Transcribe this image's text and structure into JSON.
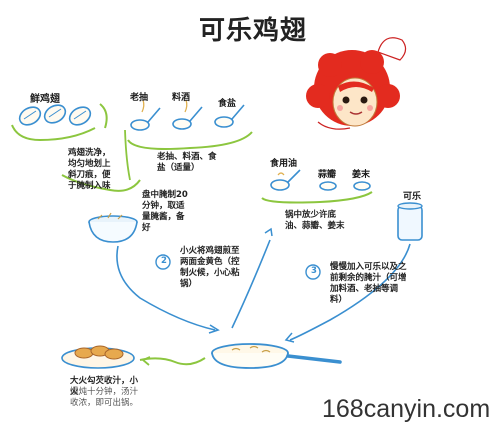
{
  "title": "可乐鸡翅",
  "ingredients": {
    "chicken_wings": "鲜鸡翅",
    "soy_sauce": "老抽",
    "cooking_wine": "料酒",
    "salt": "食盐",
    "cooking_oil": "食用油",
    "garlic": "蒜瓣",
    "ginger": "姜末",
    "cola": "可乐"
  },
  "steps": {
    "wash_wings": "鸡翅洗净，均匀地划上斜刀痕，便于腌制入味",
    "marinade_mix": "老抽、料酒、食盐（适量）",
    "marinate": "盘中腌制20分钟，取适量腌酱，备好",
    "step2_number": "2",
    "fry_wings": "小火将鸡翅煎至两面金黄色（控制火候，小心粘锅）",
    "stir_fry": "锅中放少许底油、蒜瓣、姜末",
    "step3_number": "3",
    "add_cola": "慢慢加入可乐以及之前剩余的腌汁（可增加料酒、老抽等调料）",
    "finish_main": "大火勾芡收汁，小火",
    "finish_rest": "慢炖十分钟，汤汁收浓，即可出锅。"
  },
  "watermark": "168canyin.com"
}
